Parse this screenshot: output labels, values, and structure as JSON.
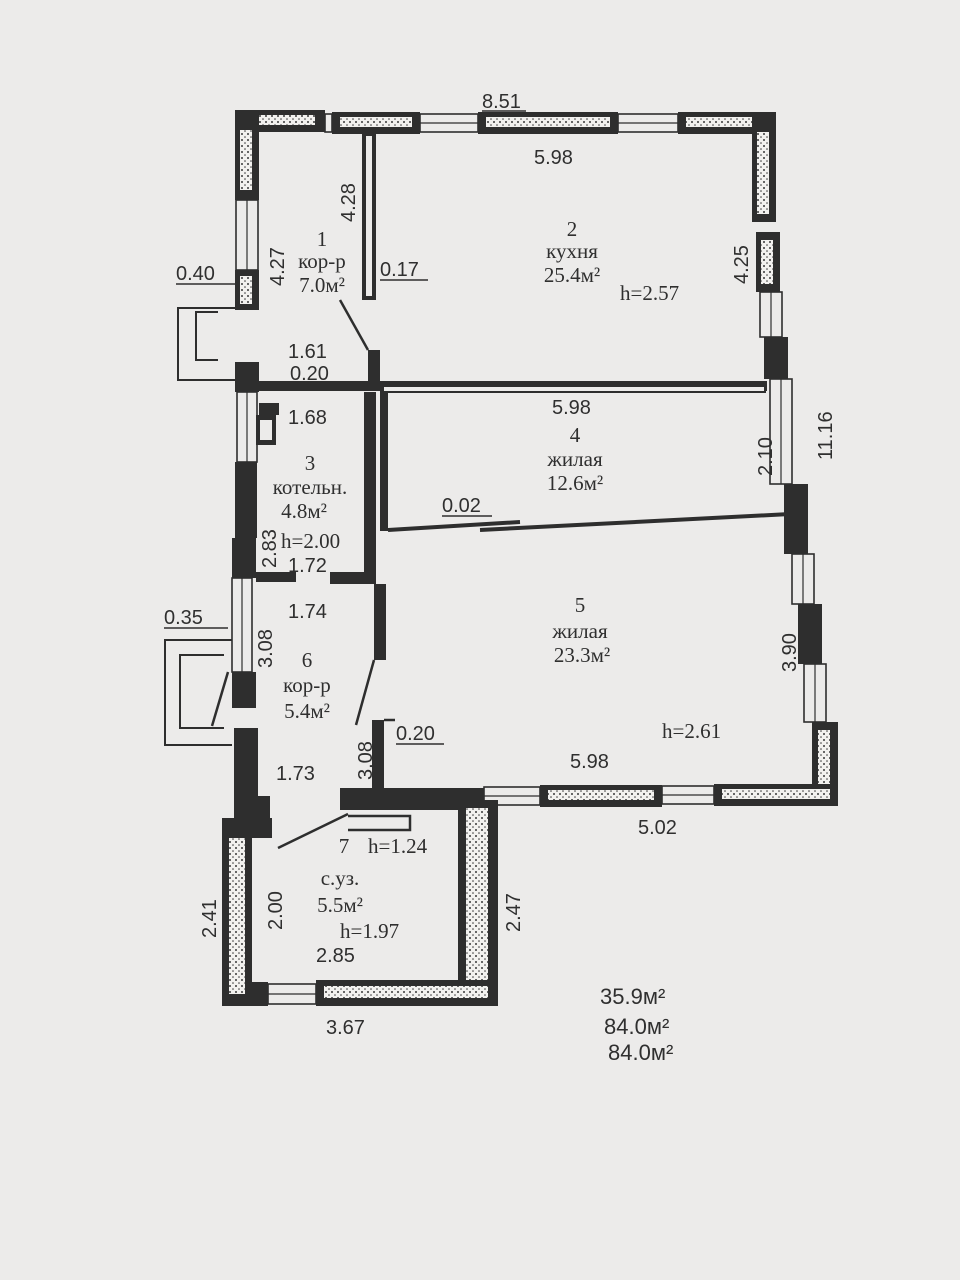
{
  "rooms": [
    {
      "id": "1",
      "num": "1",
      "name": "кор-р",
      "area": "7.0м²"
    },
    {
      "id": "2",
      "num": "2",
      "name": "кухня",
      "area": "25.4м²",
      "height": "h=2.57"
    },
    {
      "id": "3",
      "num": "3",
      "name": "котельн.",
      "area": "4.8м²",
      "height": "h=2.00"
    },
    {
      "id": "4",
      "num": "4",
      "name": "жилая",
      "area": "12.6м²"
    },
    {
      "id": "5",
      "num": "5",
      "name": "жилая",
      "area": "23.3м²",
      "height": "h=2.61"
    },
    {
      "id": "6",
      "num": "6",
      "name": "кор-р",
      "area": "5.4м²"
    },
    {
      "id": "7",
      "num": "7",
      "name": "с.уз.",
      "area": "5.5м²",
      "height": "h=1.97",
      "height2": "h=1.24"
    }
  ],
  "dimensions": {
    "top_total": "8.51",
    "kitchen_top": "5.98",
    "corridor1_wall": "4.28",
    "left_upper": "4.27",
    "partition": "0.17",
    "porch1": "0.40",
    "kitchen_right": "4.25",
    "corridor_gap": "1.61",
    "wall_020_a": "0.20",
    "boiler_top": "1.68",
    "room4_top": "5.98",
    "room4_right": "2.10",
    "total_right": "11.16",
    "door_gap": "0.02",
    "boiler_left": "2.83",
    "boiler_bottom": "1.72",
    "porch2": "0.35",
    "corr6_top": "1.74",
    "corr6_left": "3.08",
    "room5_right": "3.90",
    "corr6_right": "3.08",
    "wall_020_b": "0.20",
    "room5_bottom": "5.98",
    "corr6_bottom": "1.73",
    "bottom_right": "5.02",
    "wc_left_outer": "2.41",
    "wc_left_inner": "2.00",
    "wc_right": "2.47",
    "wc_inner_bottom": "2.85",
    "wc_bottom": "3.67"
  },
  "summary": {
    "living_area": "35.9м²",
    "total_area": "84.0м²",
    "total_area_2": "84.0м²"
  }
}
